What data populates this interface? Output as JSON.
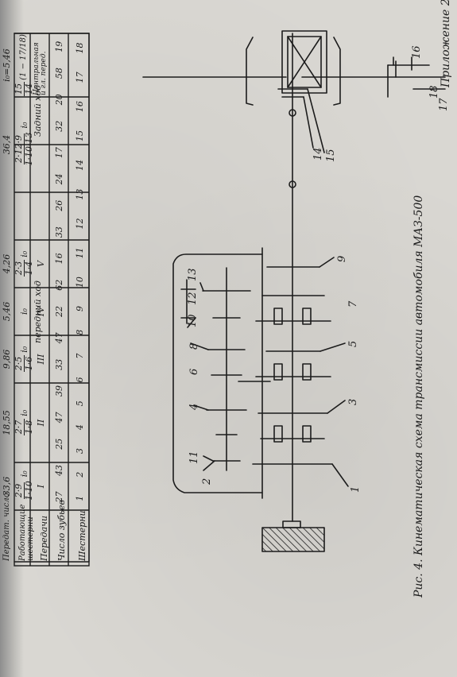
{
  "appendix_label": "Приложение 2.",
  "figure_caption": "Рис. 4. Кинематическая схема трансмиссии автомобиля МАЗ-500",
  "scheme": {
    "gear_labels": [
      "1",
      "2",
      "3",
      "4",
      "5",
      "6",
      "7",
      "8",
      "9",
      "10",
      "11",
      "12",
      "13",
      "14",
      "15",
      "16",
      "17",
      "18"
    ]
  },
  "table": {
    "row_gears_label": "Шестерни",
    "row_teeth_label": "Число зубьев",
    "row_gear_label": "Передачи",
    "row_working_label": "Работающие шестерни",
    "row_ratio_label": "Передат. число",
    "gear_numbers": [
      "1",
      "2",
      "3",
      "4",
      "5",
      "6",
      "7",
      "8",
      "9",
      "10",
      "11",
      "12",
      "13",
      "14",
      "15",
      "16",
      "17",
      "18"
    ],
    "teeth_counts": [
      "27",
      "43",
      "25",
      "47",
      "39",
      "33",
      "47",
      "22",
      "62",
      "16",
      "33",
      "26",
      "24",
      "17",
      "32",
      "20",
      "58",
      "19"
    ],
    "forward_label": "передний ход",
    "reverse_label": "Задний ход",
    "central_label": "Центральная и гл. перед.",
    "gears": [
      "I",
      "II",
      "III",
      "IV",
      "V"
    ],
    "working": [
      {
        "num": "2·9",
        "den": "1·10",
        "suffix": "i₀"
      },
      {
        "num": "2·7",
        "den": "1·8",
        "suffix": "i₀"
      },
      {
        "num": "2·5",
        "den": "1·6",
        "suffix": "i₀"
      },
      {
        "num": "",
        "den": "",
        "suffix": "i₀"
      },
      {
        "num": "2·3",
        "den": "1·4",
        "suffix": "i₀"
      },
      {
        "num": "2·12·9",
        "den": "1·10·13",
        "suffix": "i₀"
      },
      {
        "num": "15",
        "den": "14",
        "suffix": "(1 − 17/18)"
      }
    ],
    "ratios": [
      "33,6",
      "18,55",
      "9,86",
      "5,46",
      "4,26",
      "36,4",
      "i₀=5,46"
    ]
  }
}
